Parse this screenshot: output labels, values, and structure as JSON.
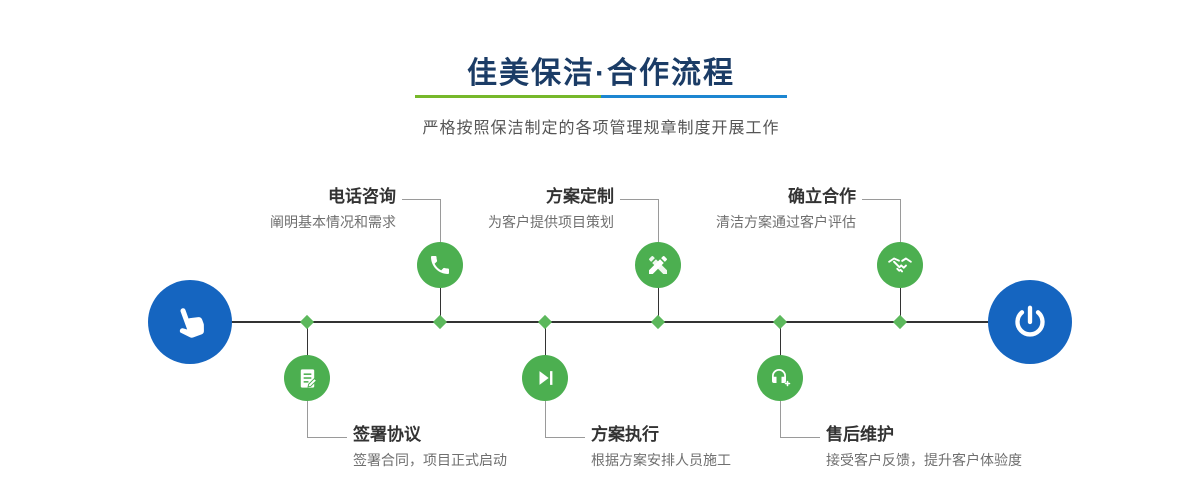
{
  "page": {
    "title": "佳美保洁·合作流程",
    "subtitle": "严格按照保洁制定的各项管理规章制度开展工作"
  },
  "flow": {
    "start_icon": "hand-pointer-icon",
    "end_icon": "power-icon",
    "top_steps": [
      {
        "title": "电话咨询",
        "desc": "阐明基本情况和需求",
        "icon": "phone-icon"
      },
      {
        "title": "方案定制",
        "desc": "为客户提供项目策划",
        "icon": "design-icon"
      },
      {
        "title": "确立合作",
        "desc": "清洁方案通过客户评估",
        "icon": "handshake-icon"
      }
    ],
    "bottom_steps": [
      {
        "title": "签署协议",
        "desc": "签署合同，项目正式启动",
        "icon": "contract-icon"
      },
      {
        "title": "方案执行",
        "desc": "根据方案安排人员施工",
        "icon": "execute-icon"
      },
      {
        "title": "售后维护",
        "desc": "接受客户反馈，提升客户体验度",
        "icon": "service-icon"
      }
    ]
  },
  "colors": {
    "title_navy": "#1b3c66",
    "step_green": "#4caf50",
    "node_blue": "#1565c0",
    "underline_green": "#76b82a",
    "underline_blue": "#1c86d1",
    "line_dark": "#333333"
  }
}
